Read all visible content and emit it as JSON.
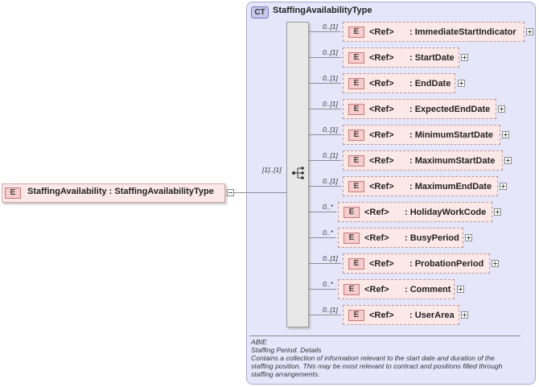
{
  "complex_type": {
    "badge": "CT",
    "name": "StaffingAvailabilityType"
  },
  "root": {
    "badge": "E",
    "name": "StaffingAvailability",
    "type": ": StaffingAvailabilityType",
    "cardinality": "[1]..[1]"
  },
  "children": [
    {
      "card": "0..[1]",
      "ref": "<Ref>",
      "name": ": ImmediateStartIndicator"
    },
    {
      "card": "0..[1]",
      "ref": "<Ref>",
      "name": ": StartDate"
    },
    {
      "card": "0..[1]",
      "ref": "<Ref>",
      "name": ": EndDate"
    },
    {
      "card": "0..[1]",
      "ref": "<Ref>",
      "name": ": ExpectedEndDate"
    },
    {
      "card": "0..[1]",
      "ref": "<Ref>",
      "name": ": MinimumStartDate"
    },
    {
      "card": "0..[1]",
      "ref": "<Ref>",
      "name": ": MaximumStartDate"
    },
    {
      "card": "0..[1]",
      "ref": "<Ref>",
      "name": ": MaximumEndDate"
    },
    {
      "card": "0..*",
      "ref": "<Ref>",
      "name": ": HolidayWorkCode"
    },
    {
      "card": "0..*",
      "ref": "<Ref>",
      "name": ": BusyPeriod"
    },
    {
      "card": "0..[1]",
      "ref": "<Ref>",
      "name": ": ProbationPeriod"
    },
    {
      "card": "0..*",
      "ref": "<Ref>",
      "name": ": Comment"
    },
    {
      "card": "0..[1]",
      "ref": "<Ref>",
      "name": ": UserArea"
    }
  ],
  "child_badge": "E",
  "documentation": {
    "line1": "ABIE",
    "line2": "Staffing Period. Details",
    "line3": "Contains a collection of information relevant to the start date and duration of the staffing position. This may be most relevant to contract and positions filled through staffing arrangements."
  }
}
